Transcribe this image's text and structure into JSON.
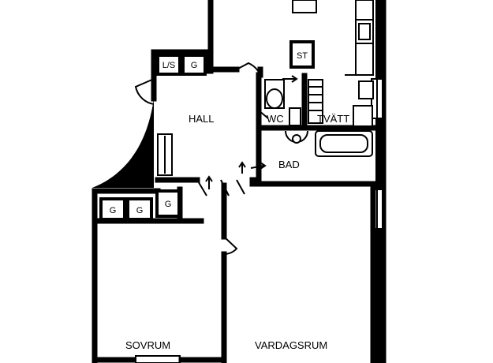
{
  "rooms": {
    "hall": "HALL",
    "wc": "WC",
    "tvatt": "TVÄTT",
    "bad": "BAD",
    "sovrum": "SOVRUM",
    "vardagsrum": "VARDAGSRUM"
  },
  "closets": {
    "ls": "L/S",
    "g_top": "G",
    "st": "ST",
    "g1": "G",
    "g2": "G",
    "g3": "G"
  }
}
